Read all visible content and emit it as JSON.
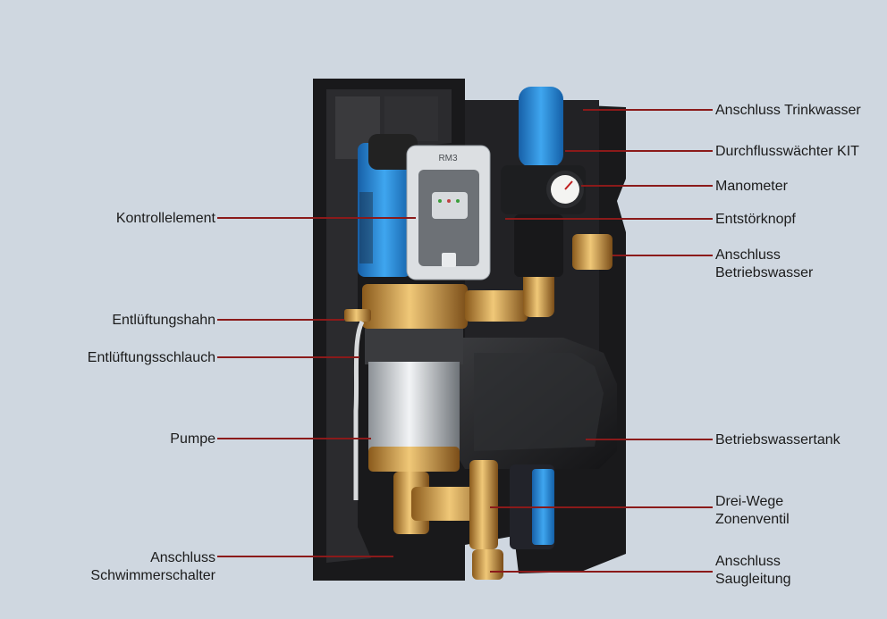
{
  "device": {
    "panel_brand": "RM3"
  },
  "labels_right": [
    {
      "id": "anschluss-trinkwasser",
      "lines": [
        "Anschluss Trinkwasser"
      ]
    },
    {
      "id": "durchflusswaechter",
      "lines": [
        "Durchflusswächter KIT"
      ]
    },
    {
      "id": "manometer",
      "lines": [
        "Manometer"
      ]
    },
    {
      "id": "entstoerknopf",
      "lines": [
        "Entstörknopf"
      ]
    },
    {
      "id": "anschluss-betriebswasser",
      "lines": [
        "Anschluss",
        "Betriebswasser"
      ]
    },
    {
      "id": "betriebswassertank",
      "lines": [
        "Betriebswassertank"
      ]
    },
    {
      "id": "drei-wege-zonenventil",
      "lines": [
        "Drei-Wege",
        "Zonenventil"
      ]
    },
    {
      "id": "anschluss-saugleitung",
      "lines": [
        "Anschluss",
        "Saugleitung"
      ]
    }
  ],
  "labels_left": [
    {
      "id": "kontrollelement",
      "lines": [
        "Kontrollelement"
      ]
    },
    {
      "id": "entlueftungshahn",
      "lines": [
        "Entlüftungshahn"
      ]
    },
    {
      "id": "entlueftungsschlauch",
      "lines": [
        "Entlüftungsschlauch"
      ]
    },
    {
      "id": "pumpe",
      "lines": [
        "Pumpe"
      ]
    },
    {
      "id": "anschluss-schwimmerschalter",
      "lines": [
        "Anschluss",
        "Schwimmerschalter"
      ]
    }
  ],
  "colors": {
    "background": "#cfd7e0",
    "leader_line": "#8b1a1a",
    "foam": "#1a1a1c",
    "pump_blue": "#1f7fd0",
    "brass": "#c9973f",
    "tank": "#232426"
  }
}
